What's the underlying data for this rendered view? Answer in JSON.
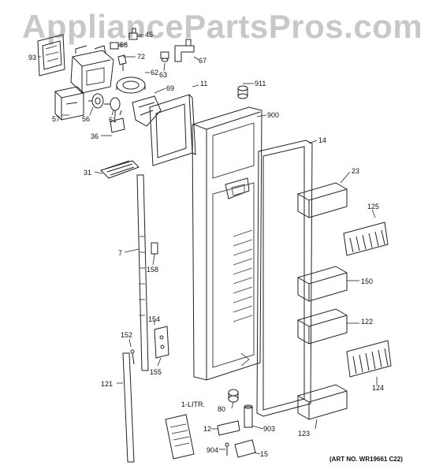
{
  "watermark": "AppliancePartsPros.com",
  "art_number": "(ART NO. WR19661 C22)",
  "callouts": [
    {
      "id": "93",
      "text": "93"
    },
    {
      "id": "58",
      "text": "58"
    },
    {
      "id": "45",
      "text": "45"
    },
    {
      "id": "72",
      "text": "72"
    },
    {
      "id": "67",
      "text": "67"
    },
    {
      "id": "62",
      "text": "62"
    },
    {
      "id": "63",
      "text": "63"
    },
    {
      "id": "69",
      "text": "69"
    },
    {
      "id": "11",
      "text": "11"
    },
    {
      "id": "911",
      "text": "911"
    },
    {
      "id": "57",
      "text": "57"
    },
    {
      "id": "56",
      "text": "56"
    },
    {
      "id": "61",
      "text": "61"
    },
    {
      "id": "900",
      "text": "900"
    },
    {
      "id": "36",
      "text": "36"
    },
    {
      "id": "14",
      "text": "14"
    },
    {
      "id": "31",
      "text": "31"
    },
    {
      "id": "23",
      "text": "23"
    },
    {
      "id": "125",
      "text": "125"
    },
    {
      "id": "7",
      "text": "7"
    },
    {
      "id": "158",
      "text": "158"
    },
    {
      "id": "150",
      "text": "150"
    },
    {
      "id": "154",
      "text": "154"
    },
    {
      "id": "122",
      "text": "122"
    },
    {
      "id": "152",
      "text": "152"
    },
    {
      "id": "155",
      "text": "155"
    },
    {
      "id": "121",
      "text": "121"
    },
    {
      "id": "124",
      "text": "124"
    },
    {
      "id": "1-litr",
      "text": "1-LITR."
    },
    {
      "id": "80",
      "text": "80"
    },
    {
      "id": "12",
      "text": "12"
    },
    {
      "id": "903",
      "text": "903"
    },
    {
      "id": "123",
      "text": "123"
    },
    {
      "id": "904",
      "text": "904"
    },
    {
      "id": "15",
      "text": "15"
    }
  ]
}
